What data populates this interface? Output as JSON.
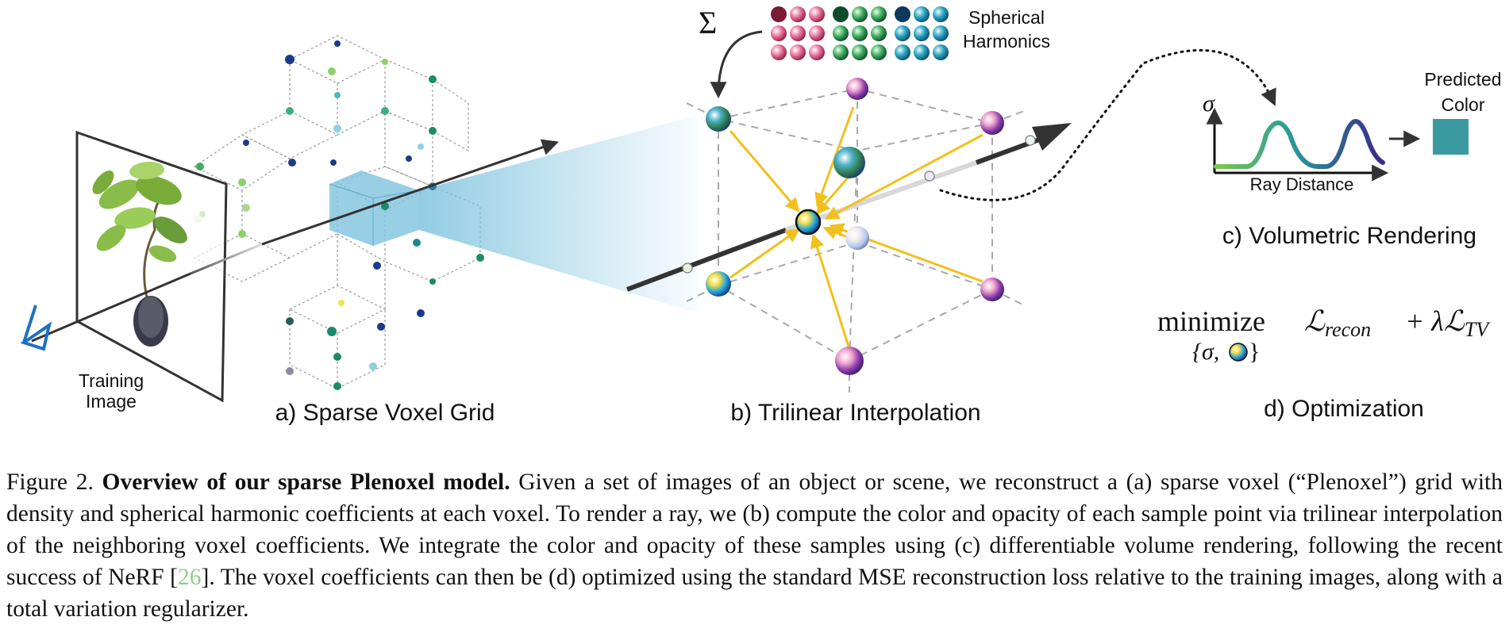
{
  "figure": {
    "panel_a": {
      "title": "a) Sparse Voxel Grid",
      "training_label_line1": "Training",
      "training_label_line2": "Image"
    },
    "panel_b": {
      "title": "b) Trilinear Interpolation",
      "sum_symbol": "Σ",
      "sh_label_line1": "Spherical",
      "sh_label_line2": "Harmonics"
    },
    "panel_c": {
      "title": "c) Volumetric Rendering",
      "sigma_label": "σ",
      "x_axis_label": "Ray Distance",
      "predicted_line1": "Predicted",
      "predicted_line2": "Color",
      "predicted_color": "#3a9aa0"
    },
    "panel_d": {
      "title": "d) Optimization",
      "minimize_word": "minimize",
      "loss_recon": "ℒ",
      "loss_recon_sub": "recon",
      "plus_lambda": "+ λℒ",
      "loss_tv_sub": "TV",
      "subscript_open": "{σ,",
      "subscript_close": "}"
    }
  },
  "caption": {
    "prefix": "Figure 2. ",
    "bold": "Overview of our sparse Plenoxel model.",
    "part1": " Given a set of images of an object or scene, we reconstruct a (a) sparse voxel (“Plenoxel”) grid with density and spherical harmonic coefficients at each voxel. To render a ray, we (b) compute the color and opacity of each sample point via trilinear interpolation of the neighboring voxel coefficients. We integrate the color and opacity of these samples using (c) differentiable volume rendering, following the recent success of NeRF [",
    "ref": "26",
    "part2": "]. The voxel coefficients can then be (d) optimized using the standard MSE reconstruction loss relative to the training images, along with a total variation regularizer."
  },
  "colors": {
    "accent_yellow": "#f2c01d",
    "ray_dark": "#3a3a3a",
    "camera_blue": "#1f6fc5",
    "cube_blue": "#7fc3df"
  }
}
